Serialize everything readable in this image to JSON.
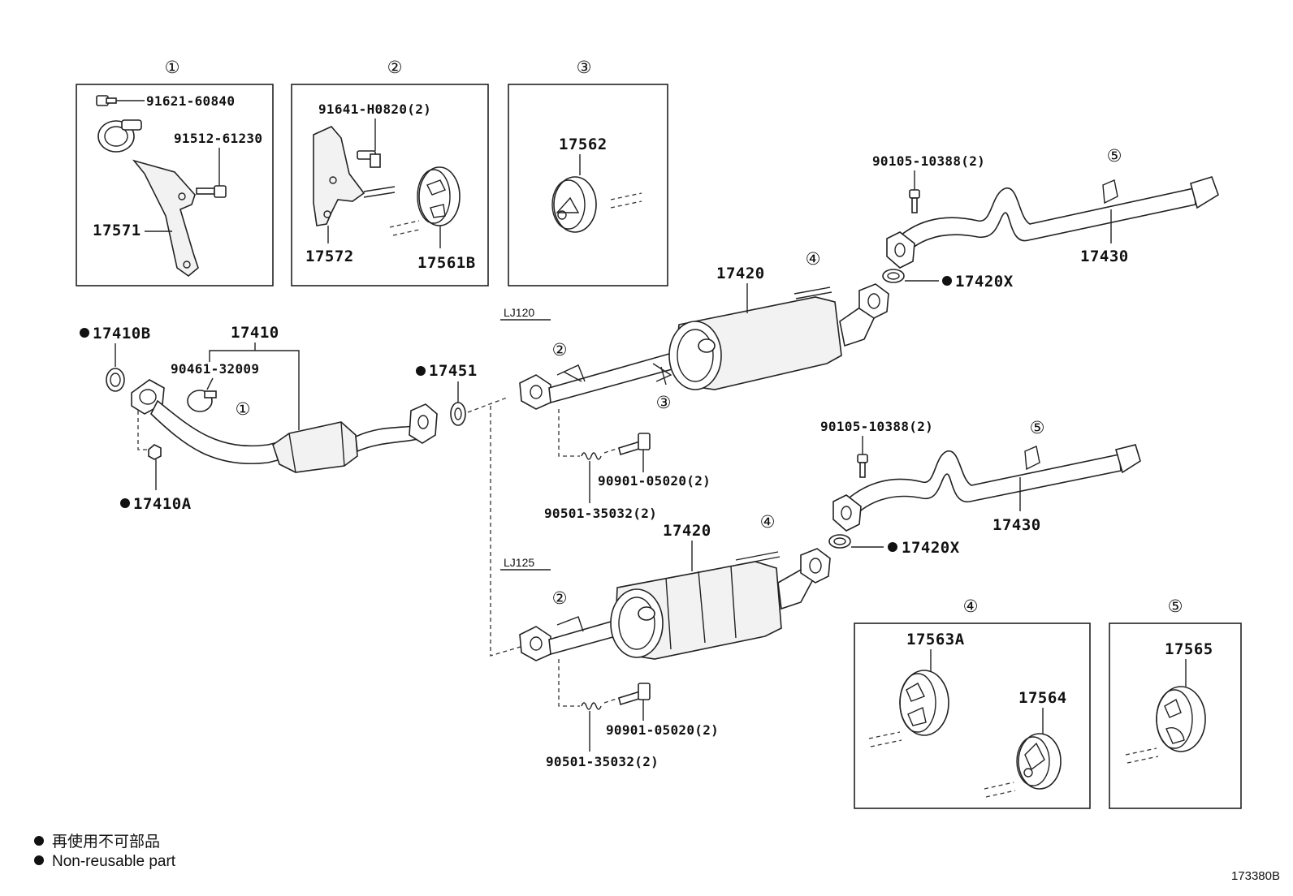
{
  "diagram": {
    "reference_code": "173380B",
    "legend": {
      "marker": "●",
      "japanese": "再使用不可部品",
      "english": "Non-reusable part"
    },
    "variants": {
      "upper": "LJ120",
      "lower": "LJ125"
    },
    "inset_boxes": {
      "box1": {
        "marker": "①",
        "parts": [
          "91621-60840",
          "91512-61230",
          "17571"
        ]
      },
      "box2": {
        "marker": "②",
        "parts": [
          "91641-H0820(2)",
          "17572",
          "17561B"
        ]
      },
      "box3": {
        "marker": "③",
        "parts": [
          "17562"
        ]
      },
      "box4": {
        "marker": "④",
        "parts": [
          "17563A",
          "17564"
        ]
      },
      "box5": {
        "marker": "⑤",
        "parts": [
          "17565"
        ]
      }
    },
    "front_pipe": {
      "gasket_front": "17410B",
      "assembly": "17410",
      "clamp": "90461-32009",
      "clamp_marker": "①",
      "nut": "17410A",
      "gasket_rear": "17451"
    },
    "upper_assembly": {
      "muffler": "17420",
      "muffler_marker": "④",
      "hanger_marker_front": "②",
      "hanger_marker_mid": "③",
      "spring": "90501-35032(2)",
      "bolt": "90901-05020(2)",
      "tail_bolt": "90105-10388(2)",
      "tail_pipe": "17430",
      "tail_marker": "⑤",
      "gasket": "17420X"
    },
    "lower_assembly": {
      "muffler": "17420",
      "muffler_marker": "④",
      "hanger_marker_front": "②",
      "spring": "90501-35032(2)",
      "bolt": "90901-05020(2)",
      "tail_bolt": "90105-10388(2)",
      "tail_pipe": "17430",
      "tail_marker": "⑤",
      "gasket": "17420X"
    }
  }
}
